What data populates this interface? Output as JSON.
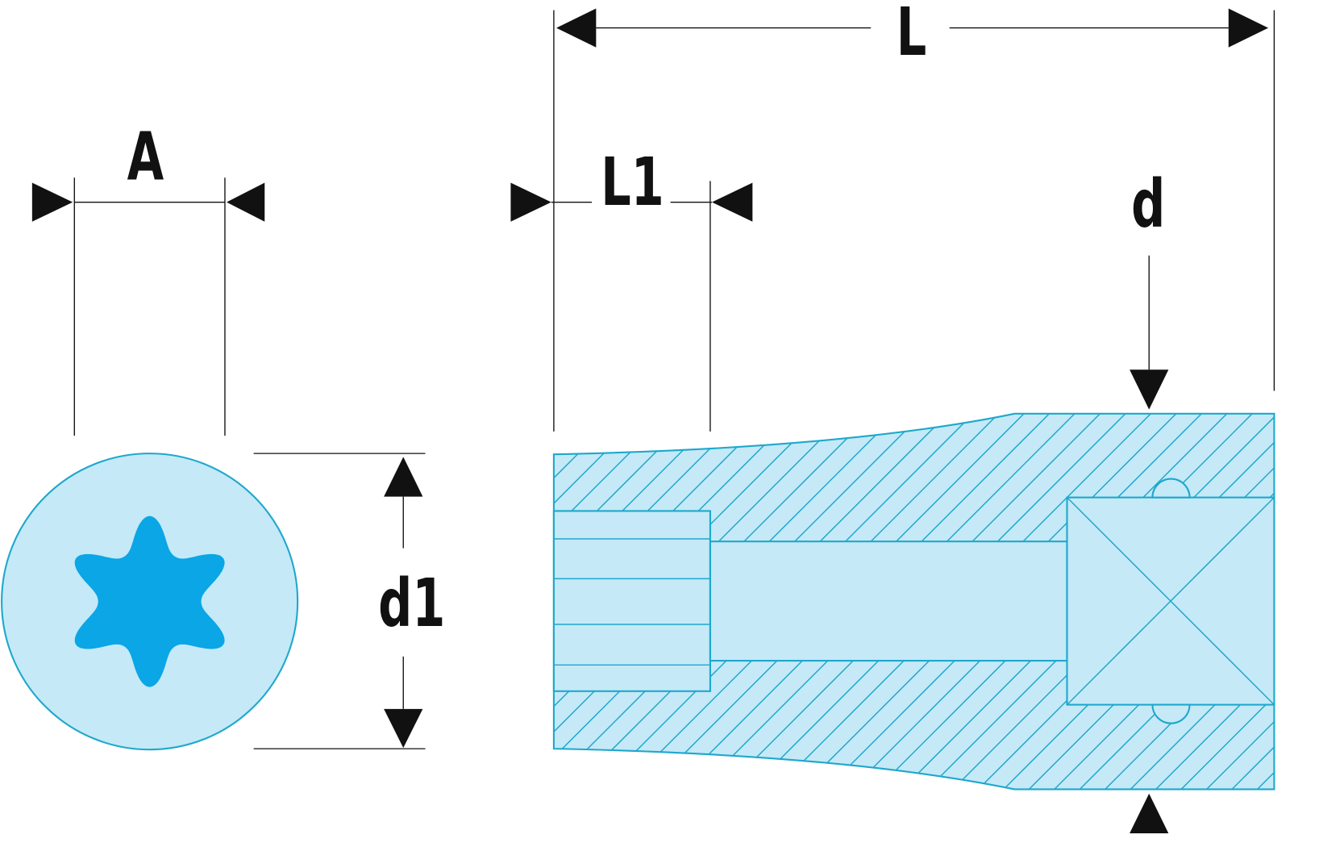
{
  "labels": {
    "A": "A",
    "L": "L",
    "L1": "L1",
    "d": "d",
    "d1": "d1"
  },
  "colors": {
    "fill": "#c5e9f7",
    "stroke": "#1ea8cc",
    "torx": "#0aa6e6",
    "ink": "#111111"
  }
}
